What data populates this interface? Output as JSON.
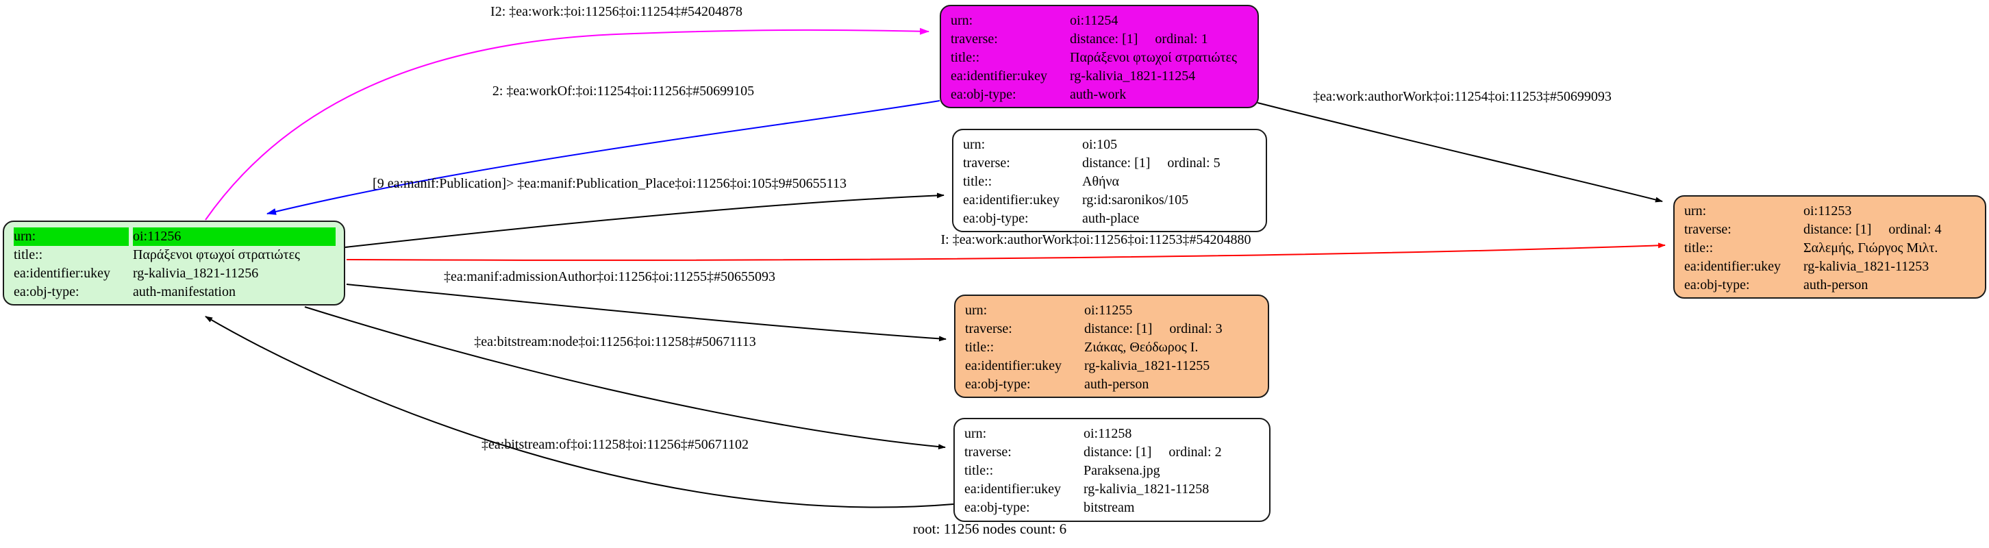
{
  "graph": {
    "caption": "root: 11256 nodes count: 6",
    "colors": {
      "black": "#000000",
      "red": "#ff0000",
      "blue": "#0000ff",
      "magenta": "#ff00ff",
      "green_header": "#00e000",
      "green_body": "#d4f6d4",
      "magenta_node": "#ee0cee",
      "orange_node": "#fac090",
      "white_node": "#ffffff"
    },
    "nodes": [
      {
        "id": "oi:11256",
        "fill": "#d4f6d4",
        "highlight_fill": "#00e000",
        "rows": [
          {
            "label": "urn:",
            "value": "oi:11256",
            "highlight": true
          },
          {
            "label": "title::",
            "value": "Παράξενοι φτωχοί στρατιώτες"
          },
          {
            "label": "ea:identifier:ukey",
            "value": "rg-kalivia_1821-11256"
          },
          {
            "label": "ea:obj-type:",
            "value": "auth-manifestation"
          }
        ]
      },
      {
        "id": "oi:11254",
        "fill": "#ee0cee",
        "rows": [
          {
            "label": "urn:",
            "value": "oi:11254"
          },
          {
            "label": "traverse:",
            "value": "distance: [1]     ordinal: 1"
          },
          {
            "label": "title::",
            "value": "Παράξενοι φτωχοί στρατιώτες"
          },
          {
            "label": "ea:identifier:ukey",
            "value": "rg-kalivia_1821-11254"
          },
          {
            "label": "ea:obj-type:",
            "value": "auth-work"
          }
        ]
      },
      {
        "id": "oi:105",
        "fill": "#ffffff",
        "rows": [
          {
            "label": "urn:",
            "value": "oi:105"
          },
          {
            "label": "traverse:",
            "value": "distance: [1]     ordinal: 5"
          },
          {
            "label": "title::",
            "value": "Αθήνα"
          },
          {
            "label": "ea:identifier:ukey",
            "value": "rg:id:saronikos/105"
          },
          {
            "label": "ea:obj-type:",
            "value": "auth-place"
          }
        ]
      },
      {
        "id": "oi:11253",
        "fill": "#fac090",
        "rows": [
          {
            "label": "urn:",
            "value": "oi:11253"
          },
          {
            "label": "traverse:",
            "value": "distance: [1]     ordinal: 4"
          },
          {
            "label": "title::",
            "value": "Σαλεμής, Γιώργος Μιλτ."
          },
          {
            "label": "ea:identifier:ukey",
            "value": "rg-kalivia_1821-11253"
          },
          {
            "label": "ea:obj-type:",
            "value": "auth-person"
          }
        ]
      },
      {
        "id": "oi:11255",
        "fill": "#fac090",
        "rows": [
          {
            "label": "urn:",
            "value": "oi:11255"
          },
          {
            "label": "traverse:",
            "value": "distance: [1]     ordinal: 3"
          },
          {
            "label": "title::",
            "value": "Ζιάκας, Θεόδωρος Ι."
          },
          {
            "label": "ea:identifier:ukey",
            "value": "rg-kalivia_1821-11255"
          },
          {
            "label": "ea:obj-type:",
            "value": "auth-person"
          }
        ]
      },
      {
        "id": "oi:11258",
        "fill": "#ffffff",
        "rows": [
          {
            "label": "urn:",
            "value": "oi:11258"
          },
          {
            "label": "traverse:",
            "value": "distance: [1]     ordinal: 2"
          },
          {
            "label": "title::",
            "value": "Paraksena.jpg"
          },
          {
            "label": "ea:identifier:ukey",
            "value": "rg-kalivia_1821-11258"
          },
          {
            "label": "ea:obj-type:",
            "value": "bitstream"
          }
        ]
      }
    ],
    "edges": [
      {
        "label": "I2: ‡ea:work:‡oi:11256‡oi:11254‡#54204878",
        "color": "#ff00ff"
      },
      {
        "label": "2: ‡ea:workOf:‡oi:11254‡oi:11256‡#50699105",
        "color": "#0000ff"
      },
      {
        "label": "[9 ea:manif:Publication]> ‡ea:manif:Publication_Place‡oi:11256‡oi:105‡9#50655113",
        "color": "#000000"
      },
      {
        "label": "I: ‡ea:work:authorWork‡oi:11256‡oi:11253‡#54204880",
        "color": "#ff0000"
      },
      {
        "label": "‡ea:manif:admissionAuthor‡oi:11256‡oi:11255‡#50655093",
        "color": "#000000"
      },
      {
        "label": "‡ea:bitstream:node‡oi:11256‡oi:11258‡#50671113",
        "color": "#000000"
      },
      {
        "label": "‡ea:bitstream:of‡oi:11258‡oi:11256‡#50671102",
        "color": "#000000"
      },
      {
        "label": "‡ea:work:authorWork‡oi:11254‡oi:11253‡#50699093",
        "color": "#000000"
      }
    ]
  }
}
